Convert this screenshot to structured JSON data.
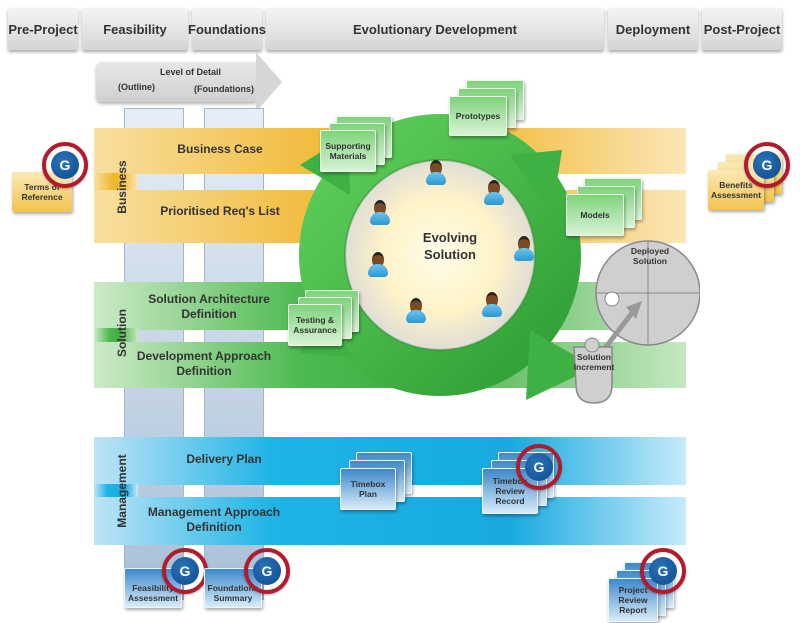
{
  "phases": [
    {
      "label": "Pre-Project"
    },
    {
      "label": "Feasibility"
    },
    {
      "label": "Foundations"
    },
    {
      "label": "Evolutionary Development"
    },
    {
      "label": "Deployment"
    },
    {
      "label": "Post-Project"
    }
  ],
  "level_of_detail": {
    "title": "Level of Detail",
    "start": "(Outline)",
    "end": "(Foundations)"
  },
  "bands": {
    "business": {
      "label": "Business",
      "rows": [
        "Business Case",
        "Prioritised Req's List"
      ]
    },
    "solution": {
      "label": "Solution",
      "rows": [
        "Solution Architecture Definition",
        "Development Approach Definition"
      ]
    },
    "management": {
      "label": "Management",
      "rows": [
        "Delivery Plan",
        "Management Approach Definition"
      ]
    }
  },
  "cycle": {
    "center": "Evolving Solution",
    "products": [
      "Supporting Materials",
      "Prototypes",
      "Models",
      "Testing & Assurance"
    ]
  },
  "deployment": {
    "deployed": "Deployed Solution",
    "increment": "Solution Increment"
  },
  "documents": {
    "terms_of_reference": "Terms of Reference",
    "benefits_assessment": "Benefits Assessment",
    "timebox_plan": "Timebox Plan",
    "timebox_review": "Timebox Review Record",
    "feasibility_assessment": "Feasibility Assessment",
    "foundations_summary": "Foundations Summary",
    "project_review": "Project Review Report"
  },
  "gateway_badge": "G",
  "colors": {
    "business": "#f0b52a",
    "solution": "#3fae43",
    "management": "#17a9e0",
    "gateway_ring": "#b01c2e",
    "gateway_fill": "#0d4a8e"
  }
}
